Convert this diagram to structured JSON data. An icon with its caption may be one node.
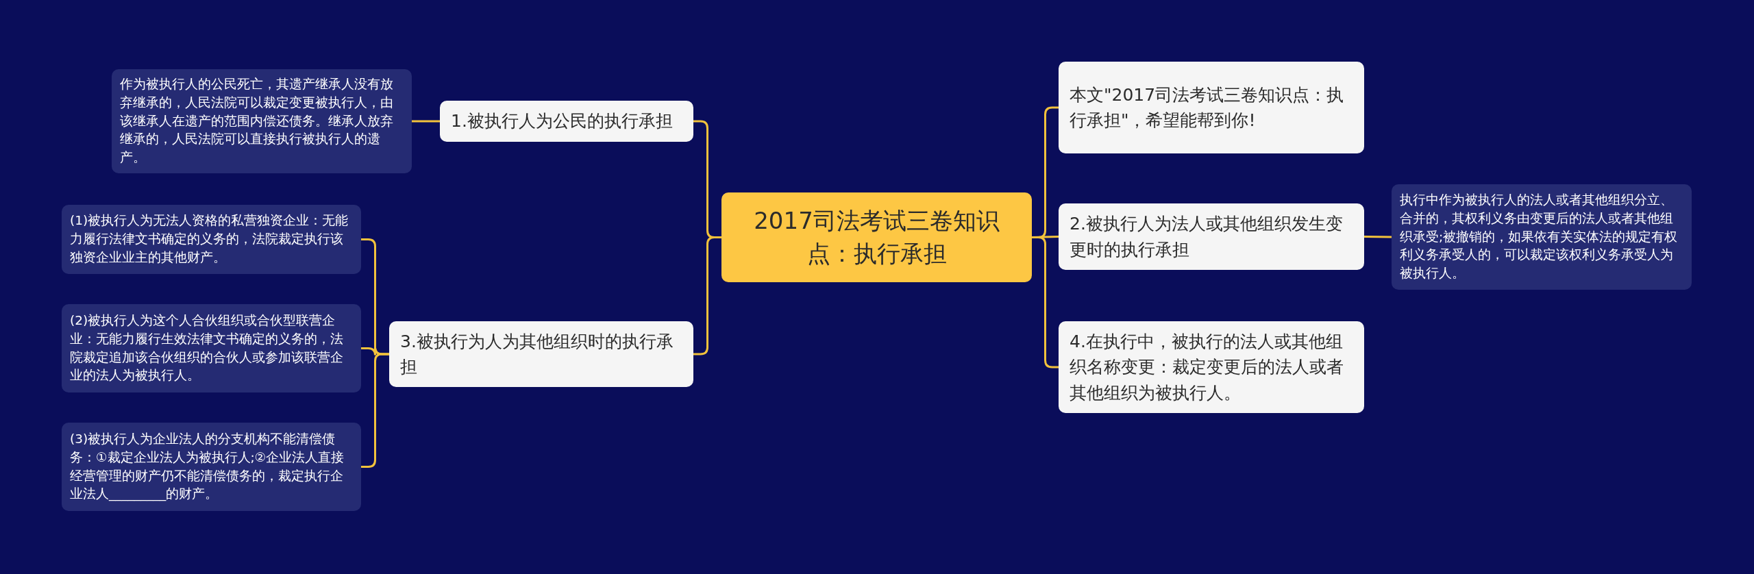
{
  "diagram": {
    "nodes": [
      {
        "text": [
          "2017司法考试三卷知识点：执行承担"
        ]
      },
      {
        "text": [
          "本文\"2017司法考试三卷知识点：执行承担\"，希望能帮到你!"
        ]
      },
      {
        "text": [
          "1.被执行人为公民的执行承担"
        ]
      },
      {
        "text": [
          "作为被执行人的公民死亡，其遗产继承人没有放弃继承的，人民法院可以裁定变更被执行人，由该继承人在遗产的范围内偿还债务。继承人放弃继承的，人民法院可以直接执行被执行人的遗产。"
        ]
      },
      {
        "text": [
          "2.被执行人为法人或其他组织发生变更时的执行承担"
        ]
      },
      {
        "text": [
          "执行中作为被执行人的法人或者其他组织分立、合并的，其权利义务由变更后的法人或者其他组织承受;被撤销的，如果依有关实体法的规定有权利义务承受人的，可以裁定该权利义务承受人为被执行人。"
        ]
      },
      {
        "text": [
          "3.被执行为人为其他组织时的执行承担"
        ]
      },
      {
        "text": [
          "(1)被执行人为无法人资格的私营独资企业：无能力履行法律文书确定的义务的，法院裁定执行该独资企业业主的其他财产。"
        ]
      },
      {
        "text": [
          "(2)被执行人为这个人合伙组织或合伙型联营企业：无能力履行生效法律文书确定的义务的，法院裁定追加该合伙组织的合伙人或参加该联营企业的法人为被执行人。"
        ]
      },
      {
        "text": [
          "(3)被执行人为企业法人的分支机构不能清偿债务：①裁定企业法人为被执行人;②企业法人直接经营管理的财产仍不能清偿债务的，裁定执行企业法人_________的财产。"
        ]
      },
      {
        "text": [
          "4.在执行中，被执行的法人或其他组织名称变更：裁定变更后的法人或者其他组织为被执行人。"
        ]
      }
    ],
    "edges": [
      {
        "from": 0,
        "to": 1,
        "arrow": "none"
      },
      {
        "from": 0,
        "to": 2,
        "arrow": "none"
      },
      {
        "from": 2,
        "to": 3,
        "arrow": "none"
      },
      {
        "from": 0,
        "to": 4,
        "arrow": "none"
      },
      {
        "from": 4,
        "to": 5,
        "arrow": "none"
      },
      {
        "from": 0,
        "to": 6,
        "arrow": "none"
      },
      {
        "from": 6,
        "to": 7,
        "arrow": "none"
      },
      {
        "from": 6,
        "to": 8,
        "arrow": "none"
      },
      {
        "from": 6,
        "to": 9,
        "arrow": "none"
      },
      {
        "from": 0,
        "to": 10,
        "arrow": "none"
      }
    ]
  }
}
